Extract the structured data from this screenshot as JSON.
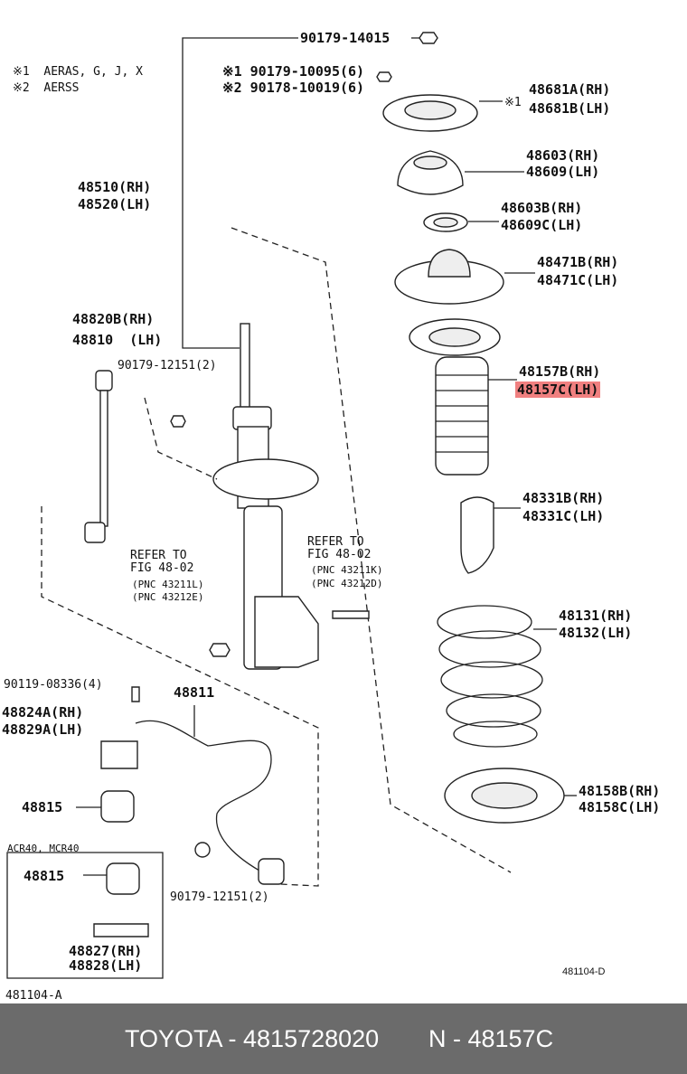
{
  "notes": {
    "n1": "※1  AERAS, G, J, X",
    "n2": "※2  AERSS"
  },
  "labels": {
    "nut_top": "90179-14015",
    "nut_1": "※1 90179-10095(6)",
    "nut_2": "※2 90178-10019(6)",
    "strut_rh": "48510(RH)",
    "strut_lh": "48520(LH)",
    "link_rh": "48820B(RH)",
    "link_lh": "48810  (LH)",
    "link_nut": "90179-12151(2)",
    "mark1": "※1",
    "insul_rh": "48681A(RH)",
    "insul_lh": "48681B(LH)",
    "support_rh": "48603(RH)",
    "support_lh": "48609(LH)",
    "bearing_rh": "48603B(RH)",
    "bearing_lh": "48609C(LH)",
    "seat_rh": "48471B(RH)",
    "seat_lh": "48471C(LH)",
    "boot_rh": "48157B(RH)",
    "boot_lh": "48157C(LH)",
    "bump_rh": "48331B(RH)",
    "bump_lh": "48331C(LH)",
    "spring_rh": "48131(RH)",
    "spring_lh": "48132(LH)",
    "lower_insul_rh": "48158B(RH)",
    "lower_insul_lh": "48158C(LH)",
    "refer_l_1": "REFER TO",
    "refer_l_2": "FIG 48-02",
    "refer_l_3": "(PNC 43211L)",
    "refer_l_4": "(PNC 43212E)",
    "refer_r_1": "REFER TO",
    "refer_r_2": "FIG 48-02",
    "refer_r_3": "(PNC 43211K)",
    "refer_r_4": "(PNC 43212D)",
    "bolt": "90119-08336(4)",
    "stab_bar": "48811",
    "bracket_rh": "48824A(RH)",
    "bracket_lh": "48829A(LH)",
    "bushing": "48815",
    "acr_note": "ACR40, MCR40",
    "bushing_inset": "48815",
    "inset_br_rh": "48827(RH)",
    "inset_br_lh": "48828(LH)",
    "stab_nut": "90179-12151(2)",
    "fig_d": "481104-D",
    "fig_a": "481104-A"
  },
  "footer": {
    "brand_part": "TOYOTA - 4815728020",
    "pnc": "N - 48157C"
  },
  "colors": {
    "highlight": "#f08080",
    "footer_bg": "#6b6b6b"
  }
}
